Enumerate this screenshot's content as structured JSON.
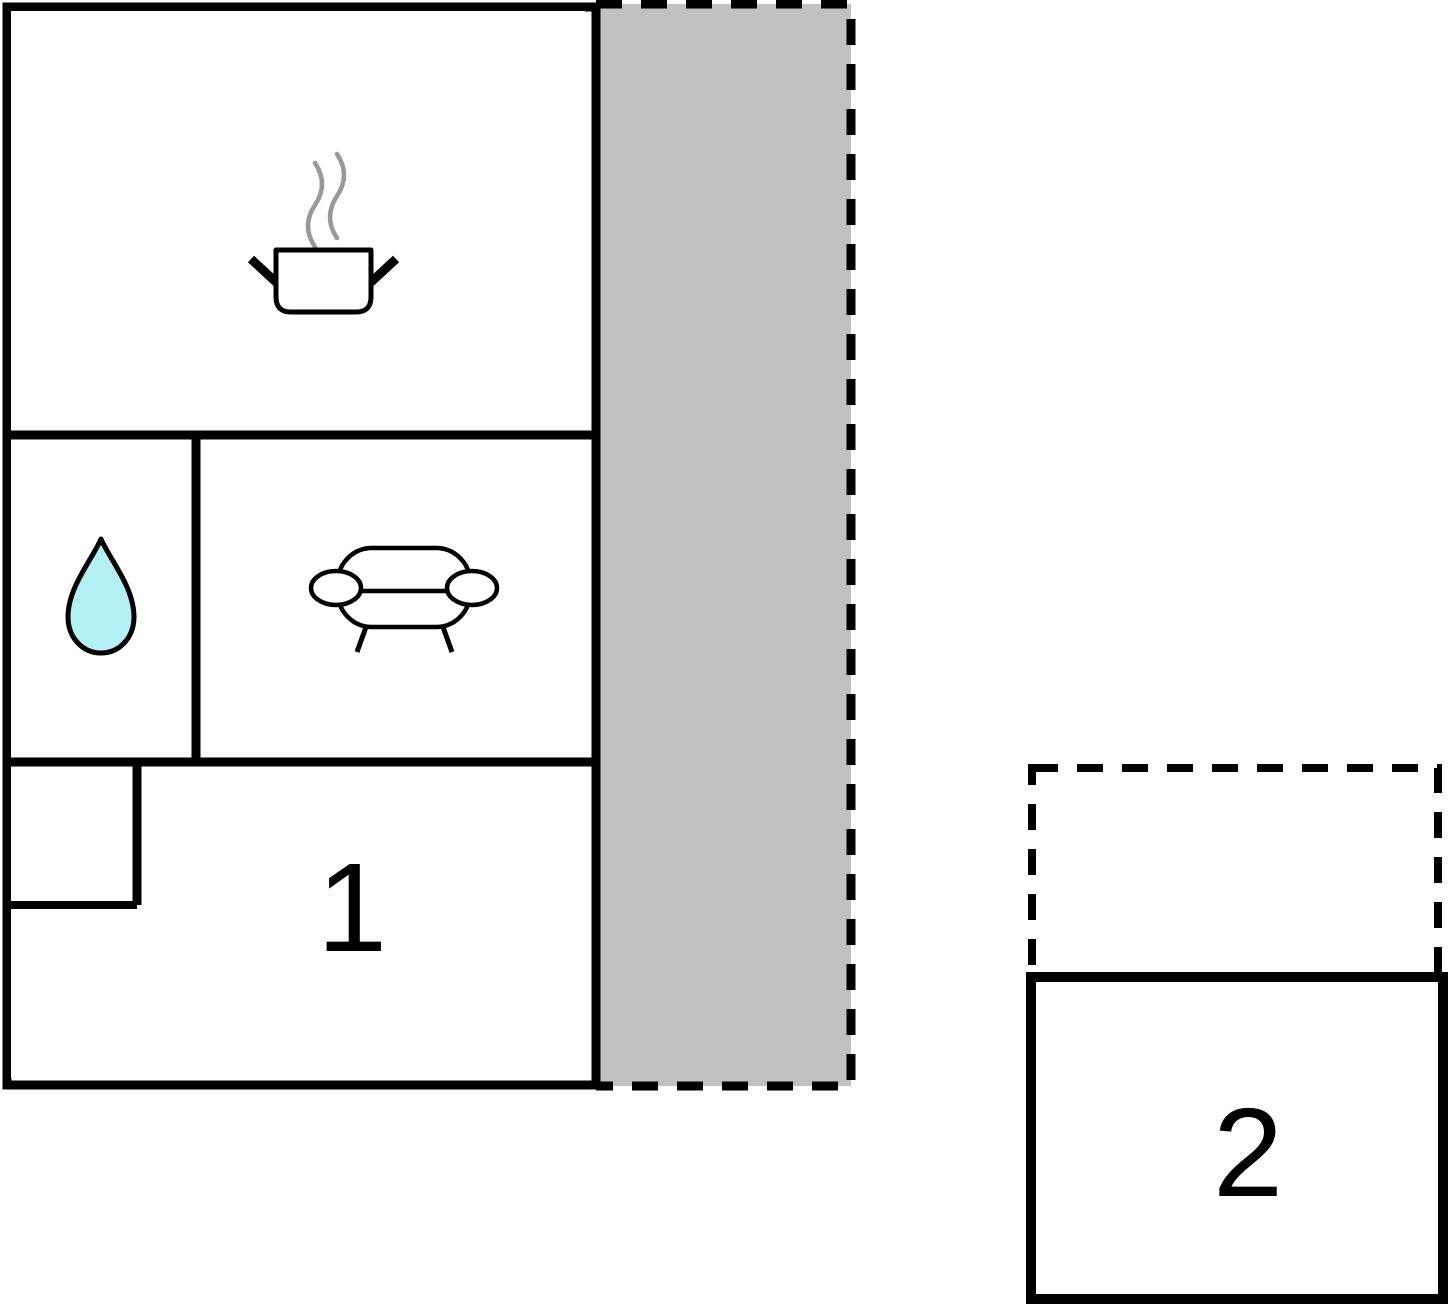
{
  "page": {
    "type": "vacation-home-floor-plan",
    "background": "#ffffff"
  },
  "colors": {
    "wall": "#000000",
    "terrace_main_fill": "#c1c1c1",
    "terrace_unit2_fill": "#e8e8e8",
    "water_drop_fill": "#b3f0f3",
    "steam": "#999999",
    "room_fill": "#ffffff",
    "label_text": "#000000"
  },
  "unit1": {
    "label": "1",
    "icons": [
      "cooking-pot-icon",
      "water-drop-icon",
      "sofa-icon"
    ],
    "terrace_outline": "dashed"
  },
  "unit2": {
    "label": "2",
    "terrace_outline": "dashed"
  }
}
